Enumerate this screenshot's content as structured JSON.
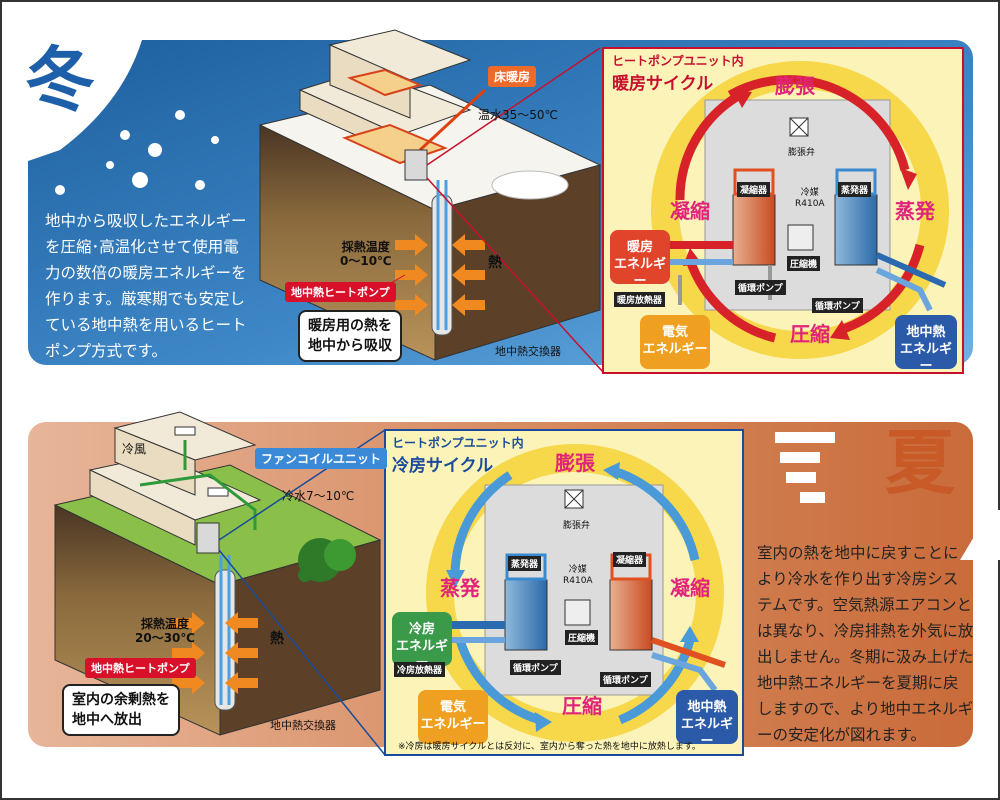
{
  "winter": {
    "season": "冬",
    "description": [
      "地中から吸収したエネルギー",
      "を圧縮･高温化させて使用電",
      "力の数倍の暖房エネルギーを",
      "作ります。厳寒期でも安定し",
      "ている地中熱を用いるヒート",
      "ポンプ方式です。"
    ],
    "floor_heating": "床暖房",
    "hot_water": "温水35～50℃",
    "collect_temp": [
      "採熱温度",
      "0～10℃"
    ],
    "heat": "熱",
    "heat_pump": "地中熱ヒートポンプ",
    "callout": [
      "暖房用の熱を",
      "地中から吸収"
    ],
    "exchanger": "地中熱交換器",
    "cycle": {
      "header_sub": "ヒートポンプユニット内",
      "header_main": "暖房サイクル",
      "expand": "膨張",
      "condense": "凝縮",
      "evaporate": "蒸発",
      "compress": "圧縮",
      "expansion_valve": "膨張弁",
      "condenser": "凝縮器",
      "evaporator": "蒸発器",
      "refrigerant": [
        "冷媒",
        "R410A"
      ],
      "compressor": "圧縮機",
      "circ_pump_1": "循環ポンプ",
      "circ_pump_2": "循環ポンプ",
      "load_energy": [
        "暖房",
        "エネルギー"
      ],
      "terminal": "暖房放熱器",
      "electric_energy": [
        "電気",
        "エネルギー"
      ],
      "ground_energy": [
        "地中熱",
        "エネルギー"
      ]
    }
  },
  "summer": {
    "season": "夏",
    "description": [
      "室内の熱を地中に戻すことに",
      "より冷水を作り出す冷房シス",
      "テムです。空気熱源エアコンと",
      "は異なり、冷房排熱を外気に放",
      "出しません。冬期に汲み上げた",
      "地中熱エネルギーを夏期に戻",
      "しますので、より地中エネルギ",
      "ーの安定化が図れます。"
    ],
    "cool_air": "冷風",
    "fan_coil": "ファンコイルユニット",
    "cold_water": "冷水7～10℃",
    "collect_temp": [
      "採熱温度",
      "20～30℃"
    ],
    "heat": "熱",
    "heat_pump": "地中熱ヒートポンプ",
    "callout": [
      "室内の余剰熱を",
      "地中へ放出"
    ],
    "exchanger": "地中熱交換器",
    "cycle": {
      "header_sub": "ヒートポンプユニット内",
      "header_main": "冷房サイクル",
      "expand": "膨張",
      "evaporate": "蒸発",
      "condense": "凝縮",
      "compress": "圧縮",
      "expansion_valve": "膨張弁",
      "evaporator": "蒸発器",
      "condenser": "凝縮器",
      "refrigerant": [
        "冷媒",
        "R410A"
      ],
      "compressor": "圧縮機",
      "circ_pump_1": "循環ポンプ",
      "circ_pump_2": "循環ポンプ",
      "load_energy": [
        "冷房",
        "エネルギー"
      ],
      "terminal": "冷房放熱器",
      "electric_energy": [
        "電気",
        "エネルギー"
      ],
      "ground_energy": [
        "地中熱",
        "エネルギー"
      ],
      "note": "※冷房は暖房サイクルとは反対に、室内から奪った熱を地中に放熱します。"
    }
  }
}
